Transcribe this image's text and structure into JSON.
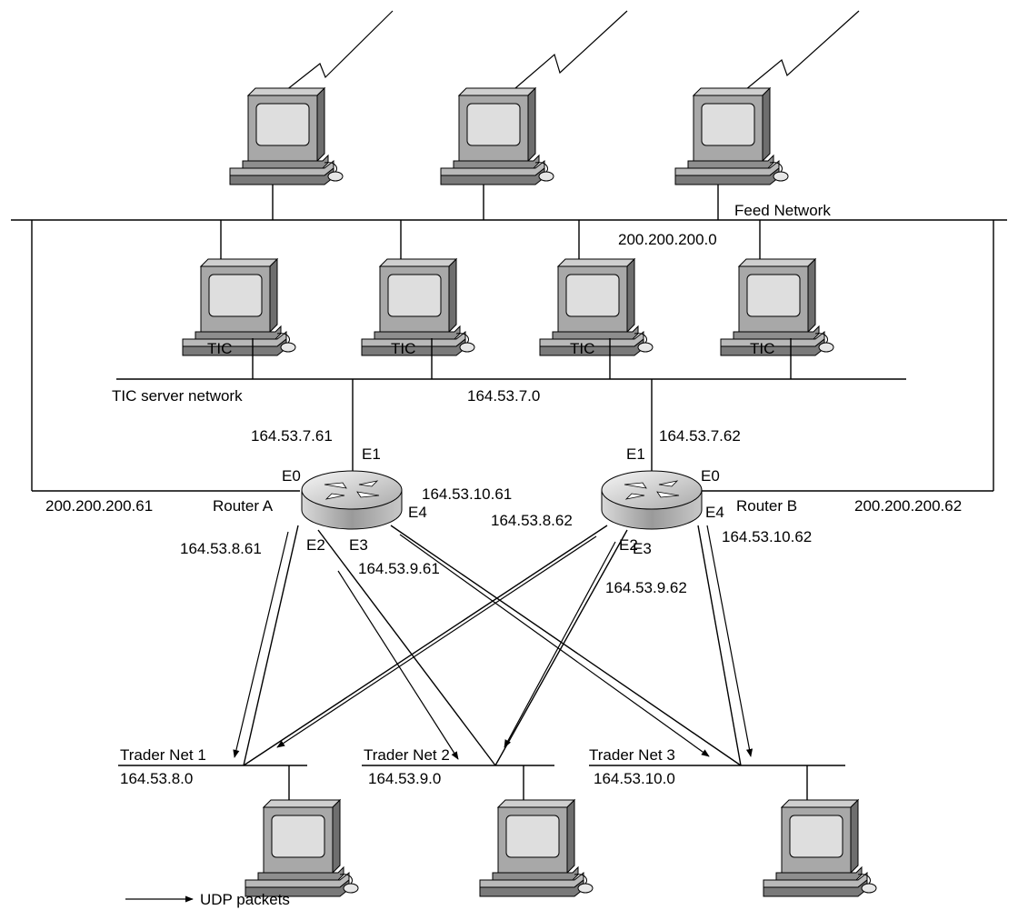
{
  "feed_network": {
    "label": "Feed Network",
    "address": "200.200.200.0"
  },
  "tic_server_network": {
    "label": "TIC server network",
    "address": "164.53.7.0",
    "server_label": "TIC"
  },
  "router_a": {
    "name": "Router A",
    "e0_label": "E0",
    "e1_label": "E1",
    "e2_label": "E2",
    "e3_label": "E3",
    "e4_label": "E4",
    "e0_ip": "200.200.200.61",
    "e1_ip": "164.53.7.61",
    "e2_ip": "164.53.8.61",
    "e3_ip": "164.53.9.61",
    "e4_ip": "164.53.10.61"
  },
  "router_b": {
    "name": "Router B",
    "e0_label": "E0",
    "e1_label": "E1",
    "e2_label": "E2",
    "e3_label": "E3",
    "e4_label": "E4",
    "e0_ip": "200.200.200.62",
    "e1_ip": "164.53.7.62",
    "e2_ip": "164.53.8.62",
    "e3_ip": "164.53.9.62",
    "e4_ip": "164.53.10.62"
  },
  "trader_nets": [
    {
      "label": "Trader Net 1",
      "address": "164.53.8.0"
    },
    {
      "label": "Trader Net 2",
      "address": "164.53.9.0"
    },
    {
      "label": "Trader Net 3",
      "address": "164.53.10.0"
    }
  ],
  "legend": {
    "label": "UDP packets"
  },
  "icons": {
    "computer": "desktop-computer-icon",
    "router": "router-icon",
    "link": "serial-link-icon"
  }
}
